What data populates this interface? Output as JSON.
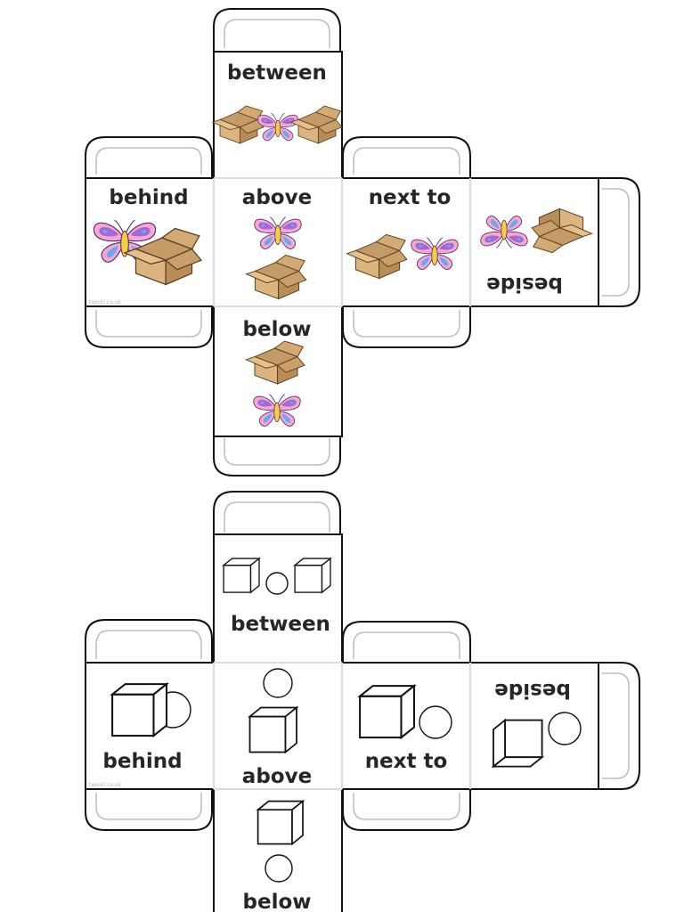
{
  "watermark": "twinkl.co.uk",
  "net1": {
    "faces": {
      "top": "between",
      "left": "behind",
      "center": "above",
      "right": "next to",
      "far_right": "beside",
      "bottom": "below"
    }
  },
  "net2": {
    "faces": {
      "top": "between",
      "left": "behind",
      "center": "above",
      "right": "next to",
      "far_right": "beside",
      "bottom": "below"
    }
  },
  "colors": {
    "outline": "#111111",
    "tab_inner": "#bdbdbd",
    "face_divider": "#dddddd",
    "text": "#262626",
    "box_fill": "#d8b07c",
    "box_dark": "#b48a55",
    "butterfly_pink": "#f7a8d2",
    "butterfly_purple": "#a569d6",
    "butterfly_blue": "#6aa9ee",
    "butterfly_body": "#f2d13d"
  }
}
